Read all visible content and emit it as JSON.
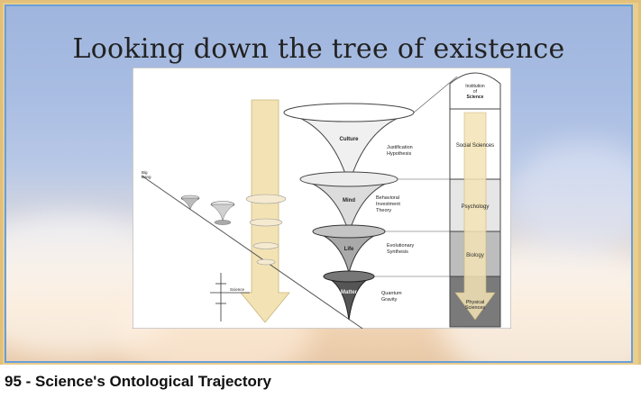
{
  "slide": {
    "title": "Looking down the tree of existence"
  },
  "caption": "95 - Science's Ontological Trajectory",
  "diagram": {
    "cones": [
      {
        "label": "Culture",
        "side_label": "Justification\nHypothesis"
      },
      {
        "label": "Mind",
        "side_label": "Behavioral\nInvestment\nTheory"
      },
      {
        "label": "Life",
        "side_label": "Evolutionary\nSynthesis"
      },
      {
        "label": "Matter",
        "side_label": "Quantum\nGravity"
      }
    ],
    "column": {
      "top_label": "Institution\nof\nScience",
      "sections": [
        "Social Sciences",
        "Psychology",
        "Biology",
        "Physical\nSciences"
      ]
    },
    "small_labels": [
      "Big\nBang",
      "Science"
    ]
  },
  "colors": {
    "frame": "#e9cd8c",
    "slide_border": "#6a9fd8",
    "arrow": "#f3e3b4"
  }
}
